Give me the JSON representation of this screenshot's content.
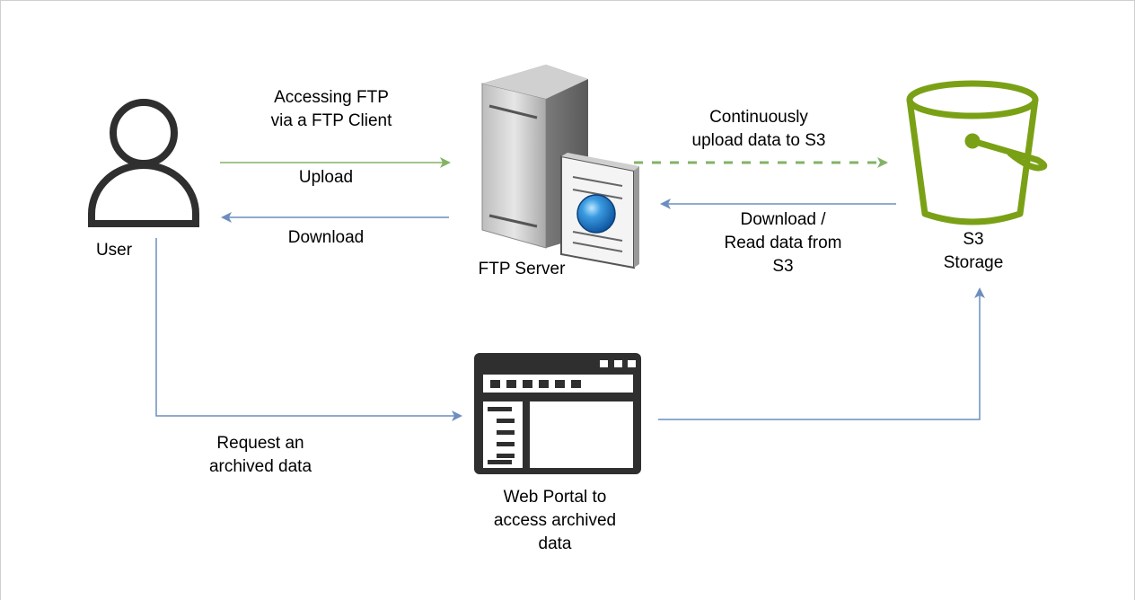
{
  "colors": {
    "green_arrow": "#82b366",
    "blue_arrow": "#6c8ebf",
    "s3_bucket": "#7aa116",
    "icon_dark": "#2f2f2f",
    "server_gray": "#8a8a8a"
  },
  "nodes": {
    "user": {
      "label": "User",
      "icon": "user-icon"
    },
    "ftp_server": {
      "label": "FTP Server",
      "icon": "server-icon"
    },
    "s3": {
      "label": "S3\nStorage",
      "icon": "bucket-icon"
    },
    "web_portal": {
      "label": "Web Portal to\naccess archived\ndata",
      "icon": "browser-window-icon"
    }
  },
  "edges": {
    "accessing_ftp": "Accessing FTP\nvia a FTP Client",
    "upload": "Upload",
    "download": "Download",
    "continuous_upload": "Continuously\nupload data to S3",
    "download_read": "Download /\nRead data from\nS3",
    "request_archived": "Request an\narchived data"
  }
}
